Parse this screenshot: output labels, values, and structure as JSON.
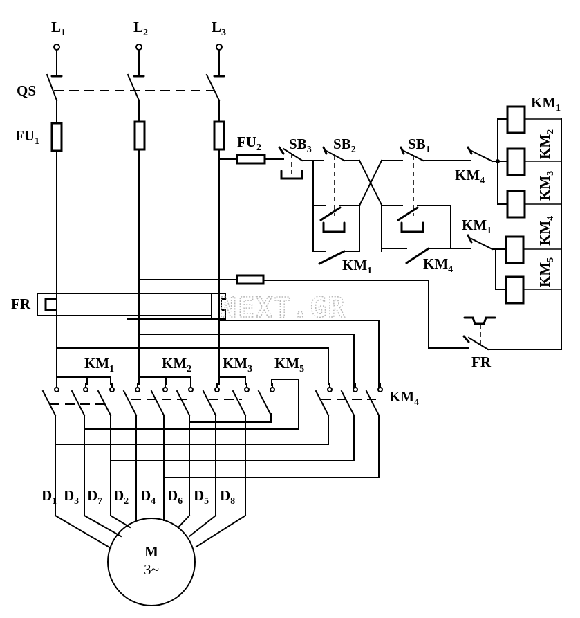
{
  "title": "Three-phase multi-speed motor control circuit",
  "supply": {
    "phases": [
      {
        "base": "L",
        "sub": "1"
      },
      {
        "base": "L",
        "sub": "2"
      },
      {
        "base": "L",
        "sub": "3"
      }
    ],
    "switch": "QS",
    "main_fuse": {
      "base": "FU",
      "sub": "1"
    },
    "control_fuse": {
      "base": "FU",
      "sub": "2"
    }
  },
  "control": {
    "buttons": [
      {
        "base": "SB",
        "sub": "3"
      },
      {
        "base": "SB",
        "sub": "2"
      },
      {
        "base": "SB",
        "sub": "1"
      }
    ],
    "hold_contacts": [
      {
        "base": "KM",
        "sub": "1"
      },
      {
        "base": "KM",
        "sub": "4"
      }
    ],
    "interlocks": [
      {
        "base": "KM",
        "sub": "4"
      },
      {
        "base": "KM",
        "sub": "1"
      }
    ],
    "coils": [
      {
        "base": "KM",
        "sub": "1"
      },
      {
        "base": "KM",
        "sub": "2"
      },
      {
        "base": "KM",
        "sub": "3"
      },
      {
        "base": "KM",
        "sub": "4"
      },
      {
        "base": "KM",
        "sub": "5"
      }
    ],
    "overload_contact": "FR"
  },
  "power": {
    "overload_relay": "FR",
    "contactors": [
      {
        "base": "KM",
        "sub": "1"
      },
      {
        "base": "KM",
        "sub": "2"
      },
      {
        "base": "KM",
        "sub": "3"
      },
      {
        "base": "KM",
        "sub": "5"
      },
      {
        "base": "KM",
        "sub": "4"
      }
    ]
  },
  "motor": {
    "terminals": [
      {
        "base": "D",
        "sub": "1"
      },
      {
        "base": "D",
        "sub": "3"
      },
      {
        "base": "D",
        "sub": "7"
      },
      {
        "base": "D",
        "sub": "2"
      },
      {
        "base": "D",
        "sub": "4"
      },
      {
        "base": "D",
        "sub": "6"
      },
      {
        "base": "D",
        "sub": "5"
      },
      {
        "base": "D",
        "sub": "8"
      }
    ],
    "label": "M",
    "type": "3~"
  },
  "watermark": "NEXT.GR"
}
